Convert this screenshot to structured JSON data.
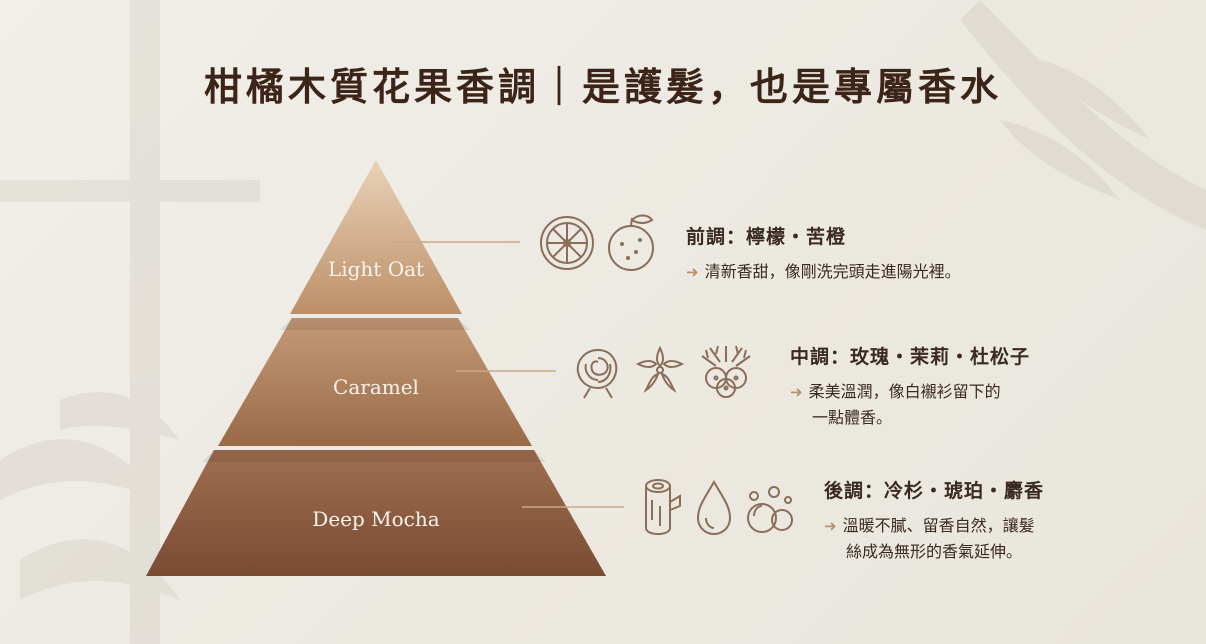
{
  "title": "柑橘木質花果香調｜是護髮，也是專屬香水",
  "tiers": [
    {
      "label": "Light Oat",
      "color_top": "#e9d2b8",
      "color_bottom": "#bc8f67"
    },
    {
      "label": "Caramel",
      "color_top": "#c49a77",
      "color_bottom": "#9a6a48"
    },
    {
      "label": "Deep Mocha",
      "color_top": "#a06f51",
      "color_bottom": "#7a4b33"
    }
  ],
  "notes": [
    {
      "title": "前調：檸檬・苦橙",
      "desc_lines": [
        "清新香甜，像剛洗完頭走進陽光裡。"
      ],
      "icons": [
        "lemon-slice-icon",
        "orange-icon"
      ]
    },
    {
      "title": "中調：玫瑰・茉莉・杜松子",
      "desc_lines": [
        "柔美溫潤，像白襯衫留下的",
        "一點體香。"
      ],
      "icons": [
        "rose-icon",
        "jasmine-icon",
        "juniper-berry-icon"
      ]
    },
    {
      "title": "後調：冷杉・琥珀・麝香",
      "desc_lines": [
        "溫暖不膩、留香自然，讓髮",
        "絲成為無形的香氣延伸。"
      ],
      "icons": [
        "wood-log-icon",
        "drop-icon",
        "bubbles-icon"
      ]
    }
  ],
  "colors": {
    "title": "#3c2418",
    "icon_stroke": "#8a6e5a",
    "arrow": "#b9926a",
    "connector": "#c9a987"
  }
}
